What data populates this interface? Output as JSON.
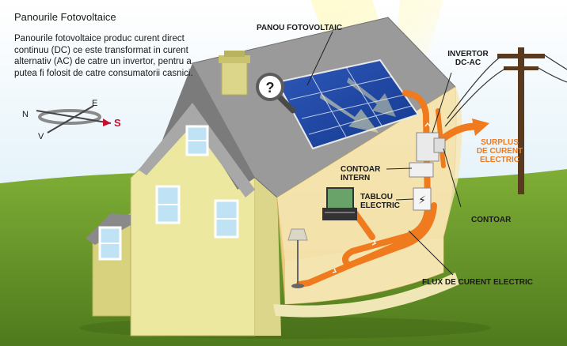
{
  "title": "Panourile Fotovoltaice",
  "description": "Panourile fotovoltaice produc curent direct continuu (DC) ce este transformat in curent alternativ (AC) de catre un invertor, pentru a putea fi folosit de catre consumatorii casnici.",
  "labels": {
    "panel": "PANOU FOTOVOLTAIC",
    "inverter_line1": "INVERTOR",
    "inverter_line2": "DC-AC",
    "surplus_line1": "SURPLUS",
    "surplus_line2": "DE CURENT",
    "surplus_line3": "ELECTRIC",
    "internal_meter_line1": "CONTOAR",
    "internal_meter_line2": "INTERN",
    "panel_board_line1": "TABLOU",
    "panel_board_line2": "ELECTRIC",
    "meter": "CONTOAR",
    "flow": "FLUX DE CURENT ELECTRIC"
  },
  "compass": {
    "n": "N",
    "e": "E",
    "v": "V",
    "s": "S"
  },
  "colors": {
    "sky": "#d7ecf7",
    "grass": "#6a9a2c",
    "wall": "#e9e494",
    "roof": "#8e8e8e",
    "current": "#f07a1e",
    "south": "#c8102e"
  },
  "icons": [
    "magnifier-question-icon",
    "sun-ray-icon",
    "utility-pole-icon",
    "compass-icon",
    "lamp-icon",
    "tv-icon"
  ]
}
